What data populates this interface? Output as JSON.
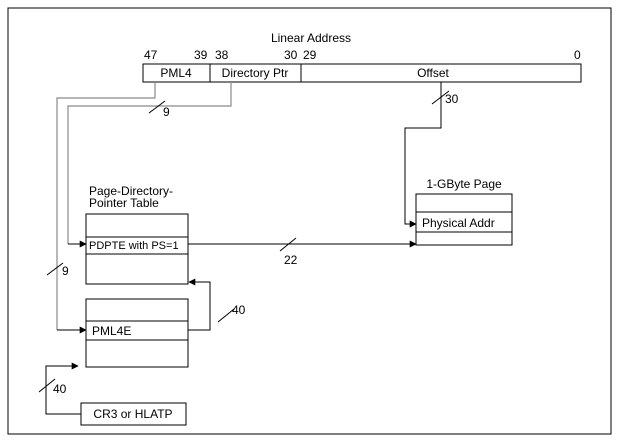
{
  "title": "Linear Address",
  "bits": {
    "b47": "47",
    "b39": "39",
    "b38": "38",
    "b30": "30",
    "b29": "29",
    "b0": "0"
  },
  "fields": {
    "pml4": "PML4",
    "directory_ptr": "Directory Ptr",
    "offset": "Offset"
  },
  "labels": {
    "pdpt_title_line1": "Page-Directory-",
    "pdpt_title_line2": "Pointer Table",
    "pdpte": "PDPTE with PS=1",
    "page_title": "1-GByte Page",
    "physical_addr": "Physical Addr",
    "pml4e": "PML4E",
    "cr3": "CR3 or HLATP"
  },
  "widths": {
    "dirptr_bits": "9",
    "offset_bits": "30",
    "pml4_bits": "9",
    "pdpte_to_page": "22",
    "pml4e_to_pdpt": "40",
    "cr3_to_pml4": "40"
  }
}
